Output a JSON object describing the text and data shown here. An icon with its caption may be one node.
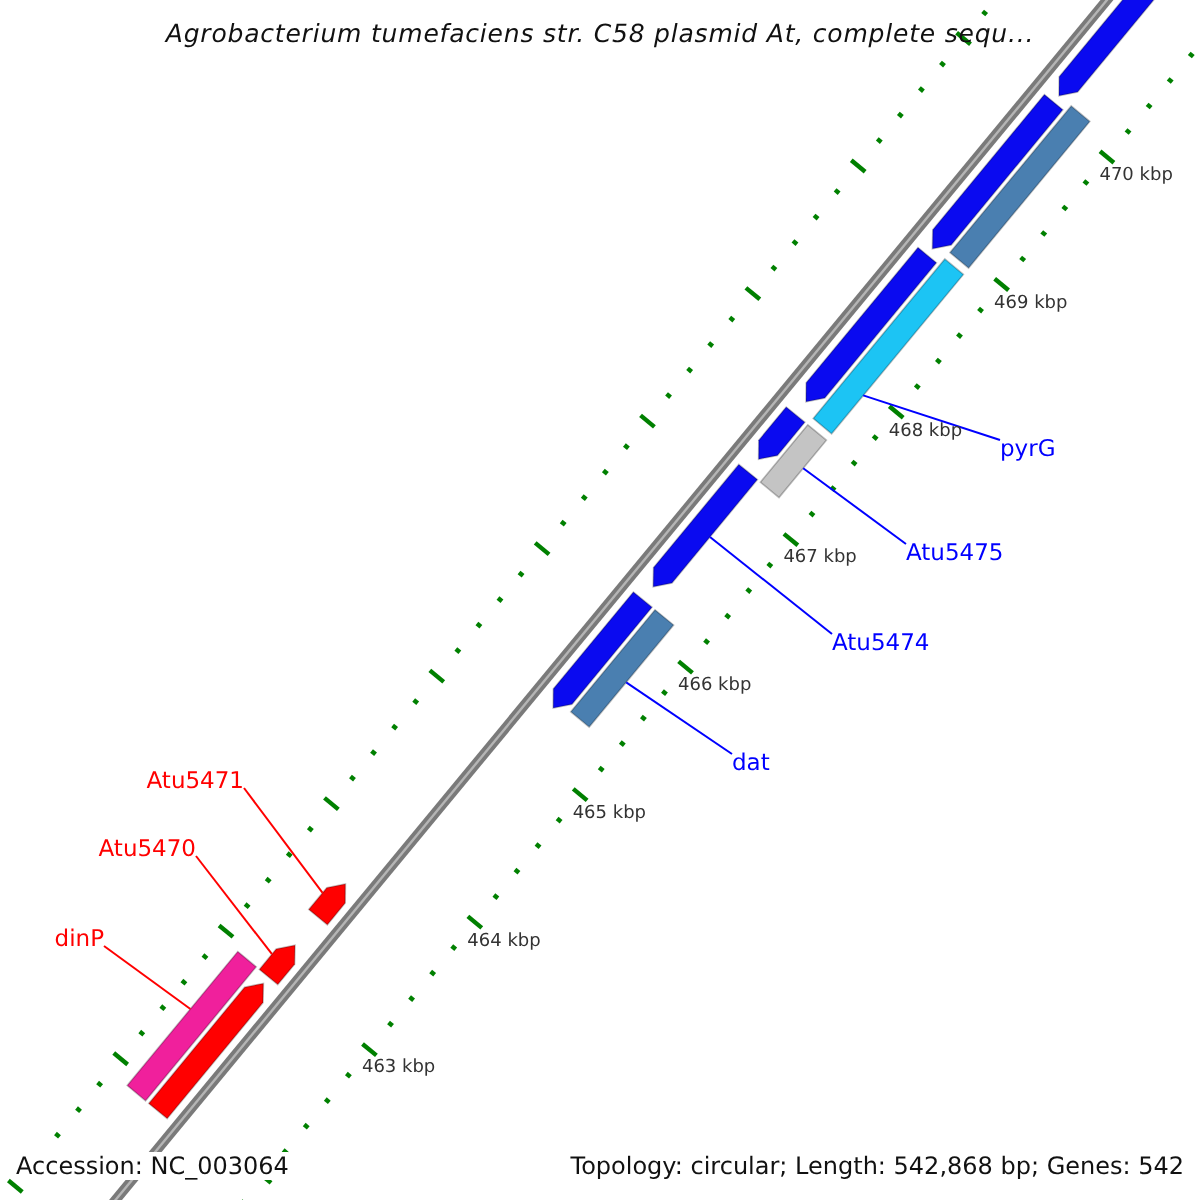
{
  "diagram": {
    "title": "Agrobacterium tumefaciens str. C58 plasmid At, complete sequ...",
    "nodes": [
      {
        "text": [
          "pyrG"
        ]
      },
      {
        "text": [
          "Atu5475"
        ]
      },
      {
        "text": [
          "Atu5474"
        ]
      },
      {
        "text": [
          "dat"
        ]
      },
      {
        "text": [
          "Atu5471"
        ]
      },
      {
        "text": [
          "Atu5470"
        ]
      },
      {
        "text": [
          "dinP"
        ]
      },
      {
        "text": [],
        "shape": "bar"
      },
      {
        "text": [],
        "shape": "bar"
      },
      {
        "text": [],
        "shape": "bar"
      },
      {
        "text": [],
        "shape": "bar"
      },
      {
        "text": [],
        "shape": "bar"
      },
      {
        "text": [],
        "shape": "bar"
      },
      {
        "text": [],
        "shape": "bar"
      }
    ],
    "edges": [
      {
        "from": 0,
        "to": 7,
        "arrow": "none"
      },
      {
        "from": 1,
        "to": 8,
        "arrow": "none"
      },
      {
        "from": 2,
        "to": 9,
        "arrow": "none"
      },
      {
        "from": 3,
        "to": 10,
        "arrow": "none"
      },
      {
        "from": 4,
        "to": 11,
        "arrow": "none",
        "color": "#ff0000"
      },
      {
        "from": 5,
        "to": 12,
        "arrow": "none",
        "color": "#ff0000"
      },
      {
        "from": 6,
        "to": 13,
        "arrow": "none",
        "color": "#ff0000"
      }
    ],
    "labels": [
      "470 kbp",
      "469 kbp",
      "468 kbp",
      "467 kbp",
      "466 kbp",
      "465 kbp",
      "464 kbp",
      "463 kbp",
      "Accession: NC_003064",
      "Topology: circular; Length: 542,868 bp; Genes: 542"
    ]
  }
}
